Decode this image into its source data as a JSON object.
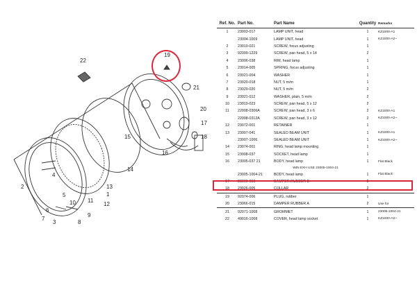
{
  "columns": {
    "ref": "Ref. No.",
    "part_no": "Part No.",
    "part_name": "Part Name",
    "qty": "Quantity",
    "remarks": "Remarks"
  },
  "parts": [
    {
      "ref": "1",
      "part_no": "23003-017",
      "name": "LAMP UNIT, head",
      "qty": "1",
      "remarks": "KZ1000-A1"
    },
    {
      "ref": "",
      "part_no": "23004-1009",
      "name": "LAMP UNIT, head",
      "qty": "1",
      "remarks": "KZ1000-A2~"
    },
    {
      "ref": "2",
      "part_no": "23019-021",
      "name": "SCREW, focus adjusting",
      "qty": "1",
      "remarks": ""
    },
    {
      "ref": "3",
      "part_no": "92009-1229",
      "name": "SCREW, pan head, 5 x 14",
      "qty": "2",
      "remarks": ""
    },
    {
      "ref": "4",
      "part_no": "23006-038",
      "name": "RIM, head lamp",
      "qty": "1",
      "remarks": ""
    },
    {
      "ref": "5",
      "part_no": "23014-005",
      "name": "SPRING, focus adjusting",
      "qty": "1",
      "remarks": ""
    },
    {
      "ref": "6",
      "part_no": "23021-004",
      "name": "WASHER",
      "qty": "1",
      "remarks": ""
    },
    {
      "ref": "7",
      "part_no": "23020-018",
      "name": "NUT, 5 m/m",
      "qty": "1",
      "remarks": ""
    },
    {
      "ref": "8",
      "part_no": "23020-020",
      "name": "NUT, 5 m/m",
      "qty": "2",
      "remarks": ""
    },
    {
      "ref": "9",
      "part_no": "23021-012",
      "name": "WASHER, plain, 5 m/m",
      "qty": "2",
      "remarks": ""
    },
    {
      "ref": "10",
      "part_no": "23019-023",
      "name": "SCREW, pan head, 5 x 12",
      "qty": "2",
      "remarks": ""
    },
    {
      "ref": "11",
      "part_no": "22008-0306A",
      "name": "SCREW, pan head, 3 x 6",
      "qty": "2",
      "remarks": "KZ1000-A1"
    },
    {
      "ref": "",
      "part_no": "22008-0312A",
      "name": "SCREW, pan head, 3 x 12",
      "qty": "2",
      "remarks": "KZ1000-A2~"
    },
    {
      "ref": "12",
      "part_no": "23072-001",
      "name": "RETAINER",
      "qty": "1",
      "remarks": ""
    },
    {
      "ref": "13",
      "part_no": "23007-041",
      "name": "SEALED BEAM UNIT",
      "qty": "1",
      "remarks": "KZ1000-A1"
    },
    {
      "ref": "",
      "part_no": "23007-1006",
      "name": "SEALED BEAM UNIT",
      "qty": "1",
      "remarks": "KZ1000-A2~"
    },
    {
      "ref": "14",
      "part_no": "23074-001",
      "name": "RING, head lamp mounting",
      "qty": "1",
      "remarks": ""
    },
    {
      "ref": "15",
      "part_no": "23008-037",
      "name": "SOCKET, head lamp",
      "qty": "1",
      "remarks": ""
    },
    {
      "ref": "16",
      "part_no": "23005-037 21",
      "name": "BODY, head lamp",
      "qty": "1",
      "remarks": "Flat Black"
    },
    {
      "sub": "WIN EXH USE 23005-1004-21"
    },
    {
      "ref": "",
      "part_no": "23005-1004-21",
      "name": "BODY, head lamp",
      "qty": "1",
      "remarks": "Flat Black"
    },
    {
      "ref": "17",
      "part_no": "23066-016",
      "name": "DAMPER RUBBER B",
      "qty": "2",
      "remarks": ""
    },
    {
      "ref": "18",
      "part_no": "23026-005",
      "name": "COLLAR",
      "qty": "2",
      "remarks": ""
    },
    {
      "ref": "19",
      "part_no": "92074-006",
      "name": "PLUG, rubber",
      "qty": "1",
      "remarks": ""
    },
    {
      "ref": "20",
      "part_no": "23066-015",
      "name": "DAMPER RUBBER A",
      "qty": "2",
      "remarks": "Use for"
    },
    {
      "ref": "21",
      "part_no": "92071-1008",
      "name": "GROMMET",
      "qty": "1",
      "remarks": "23005-1004-21"
    },
    {
      "ref": "22",
      "part_no": "49016-1008",
      "name": "COVER, head lamp socket",
      "qty": "1",
      "remarks": "KZ1000-A2~"
    }
  ],
  "callouts": [
    "1",
    "2",
    "3",
    "4",
    "5",
    "6",
    "7",
    "8",
    "9",
    "10",
    "11",
    "12",
    "13",
    "14",
    "15",
    "16",
    "17",
    "18",
    "19",
    "20",
    "21",
    "22"
  ],
  "highlight_color": "#d9263a"
}
